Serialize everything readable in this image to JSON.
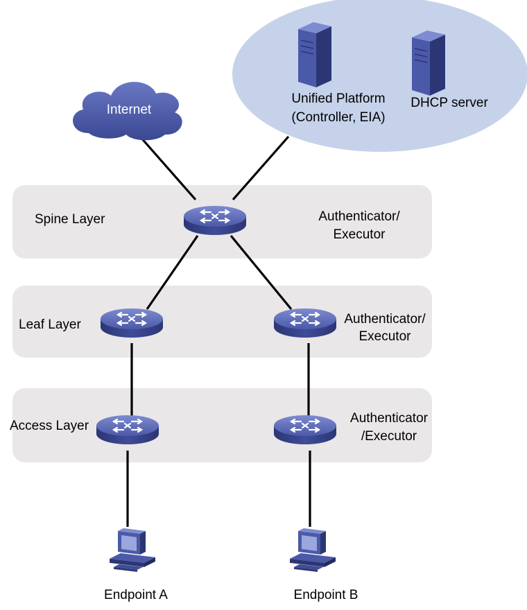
{
  "cloud": {
    "label": "Internet"
  },
  "server_group": {
    "platform_line1": "Unified Platform",
    "platform_line2": "(Controller, EIA)",
    "dhcp": "DHCP server"
  },
  "layers": {
    "spine": "Spine Layer",
    "leaf": "Leaf Layer",
    "access": "Access Layer"
  },
  "roles": {
    "spine_line1": "Authenticator/",
    "spine_line2": "Executor",
    "leaf_line1": "Authenticator/",
    "leaf_line2": "Executor",
    "access_line1": "Authenticator",
    "access_line2": "/Executor"
  },
  "endpoints": {
    "a": "Endpoint A",
    "b": "Endpoint B"
  },
  "colors": {
    "layer_band": "#e9e7e7",
    "server_zone": "#c5d2ea",
    "device_blue": "#4a5aa8",
    "device_dark": "#2f3a7a",
    "link": "#000000"
  }
}
